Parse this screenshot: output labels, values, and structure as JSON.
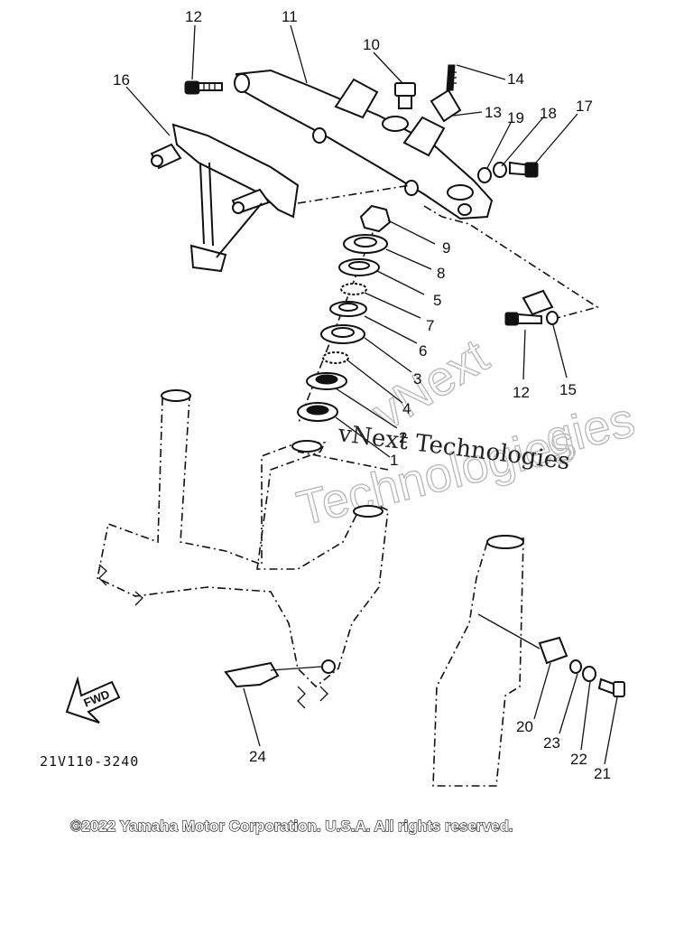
{
  "diagram": {
    "part_callouts": [
      "1",
      "2",
      "3",
      "4",
      "5",
      "6",
      "7",
      "8",
      "9",
      "10",
      "11",
      "12",
      "12",
      "13",
      "14",
      "15",
      "16",
      "17",
      "18",
      "19",
      "20",
      "21",
      "22",
      "23",
      "24"
    ],
    "figure_code": "21V110-3240",
    "direction_marker": "FWD",
    "copyright": "©2022 Yamaha Motor Corporation. U.S.A. All rights reserved.",
    "watermark_main": "vNext Technologies",
    "watermark_ghost_1": "vNext",
    "watermark_ghost_2": "Technologies",
    "watermark_ghost_3": "gies"
  }
}
